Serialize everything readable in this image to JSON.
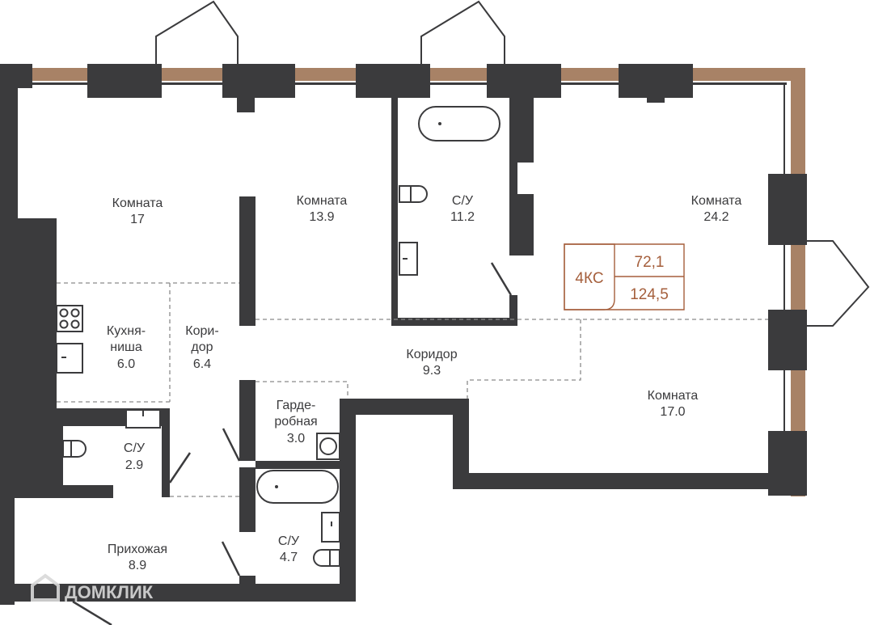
{
  "rooms": [
    {
      "name": "Комната",
      "area": "17"
    },
    {
      "name": "Комната",
      "area": "13.9"
    },
    {
      "name": "С/У",
      "area": "11.2"
    },
    {
      "name": "Комната",
      "area": "24.2"
    },
    {
      "name": "Кухня-",
      "name2": "ниша",
      "area": "6.0"
    },
    {
      "name": "Кори-",
      "name2": "дор",
      "area": "6.4"
    },
    {
      "name": "Коридор",
      "area": "9.3"
    },
    {
      "name": "Комната",
      "area": "17.0"
    },
    {
      "name": "Гарде-",
      "name2": "робная",
      "area": "3.0"
    },
    {
      "name": "С/У",
      "area": "2.9"
    },
    {
      "name": "Прихожая",
      "area": "8.9"
    },
    {
      "name": "С/У",
      "area": "4.7"
    }
  ],
  "badge": {
    "type": "4КС",
    "living_area": "72,1",
    "total_area": "124,5",
    "color": "#a55f3c"
  },
  "watermark": "ДОМКЛИК",
  "colors": {
    "wall": "#3b3b3d",
    "facade": "#a88266"
  }
}
